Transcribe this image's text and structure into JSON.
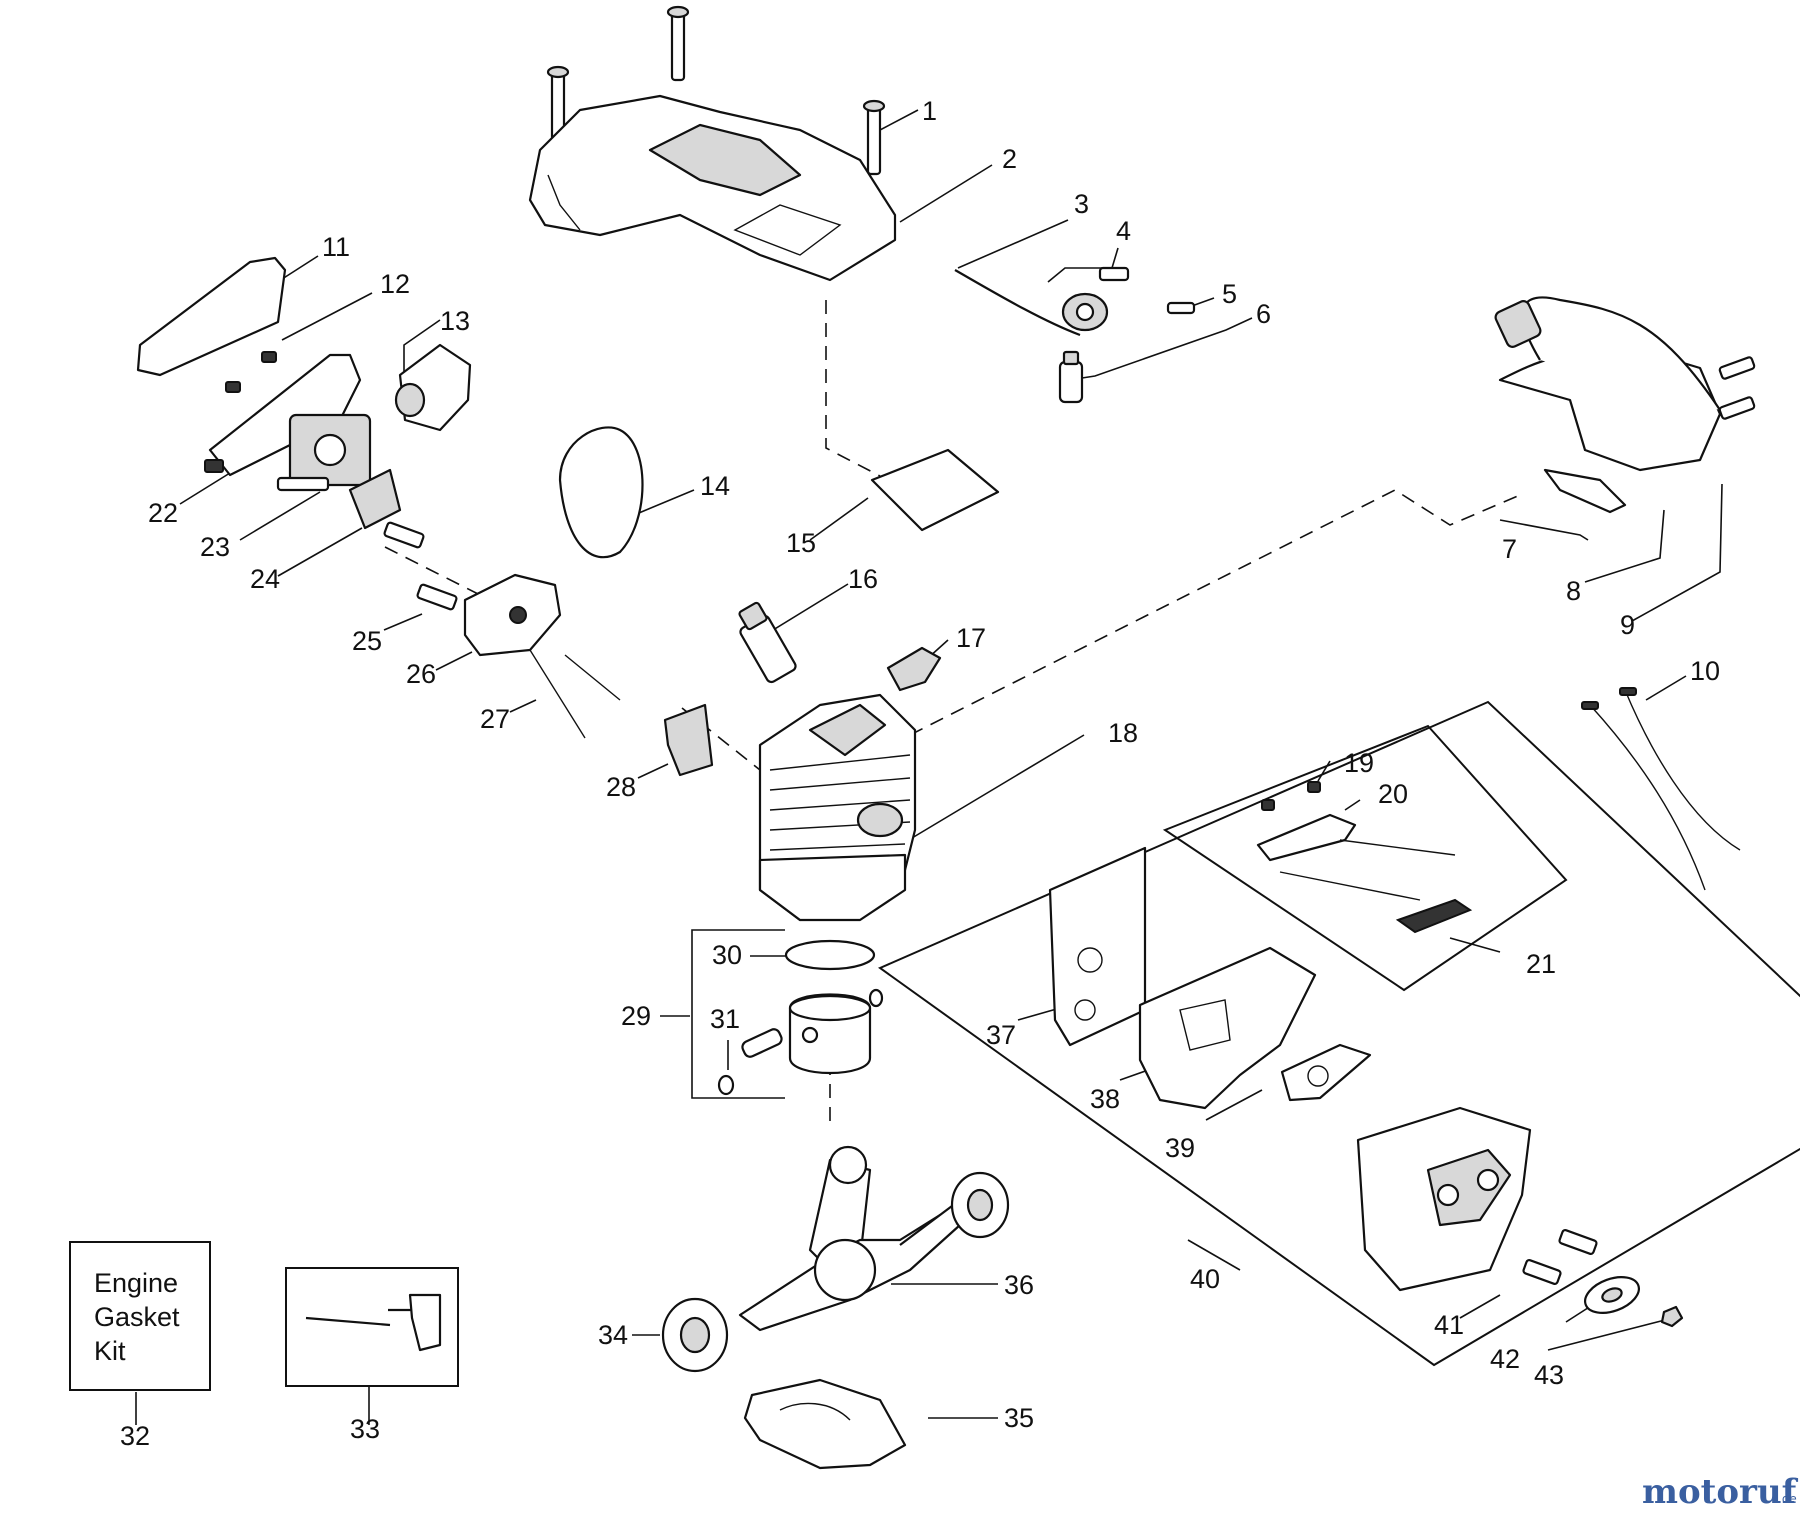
{
  "labels": [
    "1",
    "2",
    "3",
    "4",
    "5",
    "6",
    "7",
    "8",
    "9",
    "10",
    "11",
    "12",
    "13",
    "14",
    "15",
    "16",
    "17",
    "18",
    "19",
    "20",
    "21",
    "22",
    "23",
    "24",
    "25",
    "26",
    "27",
    "28",
    "29",
    "30",
    "31",
    "32",
    "33",
    "34",
    "35",
    "36",
    "37",
    "38",
    "39",
    "40",
    "41",
    "42",
    "43"
  ],
  "kit_box": {
    "line1": "Engine",
    "line2": "Gasket",
    "line3": "Kit"
  },
  "watermark": {
    "text_main": "motoruf",
    "text_suffix": ".de",
    "color_a": "#3a5fa0",
    "color_b": "#e07a1a"
  }
}
